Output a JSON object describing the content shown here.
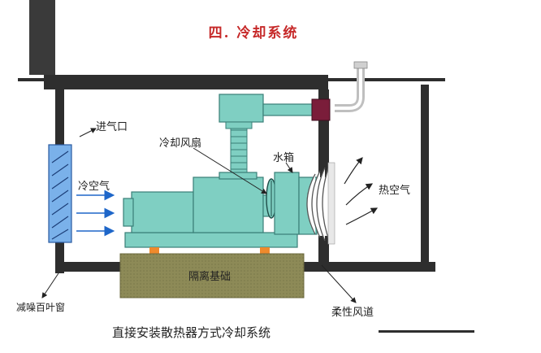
{
  "title": "四. 冷却系统",
  "caption": "直接安装散热器方式冷却系统",
  "labels": {
    "air_inlet": "进气口",
    "cool_air": "冷空气",
    "cooling_fan": "冷却风扇",
    "water_tank": "水箱",
    "hot_air": "热空气",
    "isolation_foundation": "隔离基础",
    "louver": "减噪百叶窗",
    "flexible_duct": "柔性风道"
  },
  "colors": {
    "title": "#c62828",
    "machine_fill": "#7fcfc2",
    "machine_stroke": "#3a7f77",
    "wall": "#2e2e2e",
    "foundation": "#8d8a57",
    "mount_pads": "#ef8a2c",
    "louver": "#7ab1ea",
    "valve": "#7a1d3a"
  }
}
